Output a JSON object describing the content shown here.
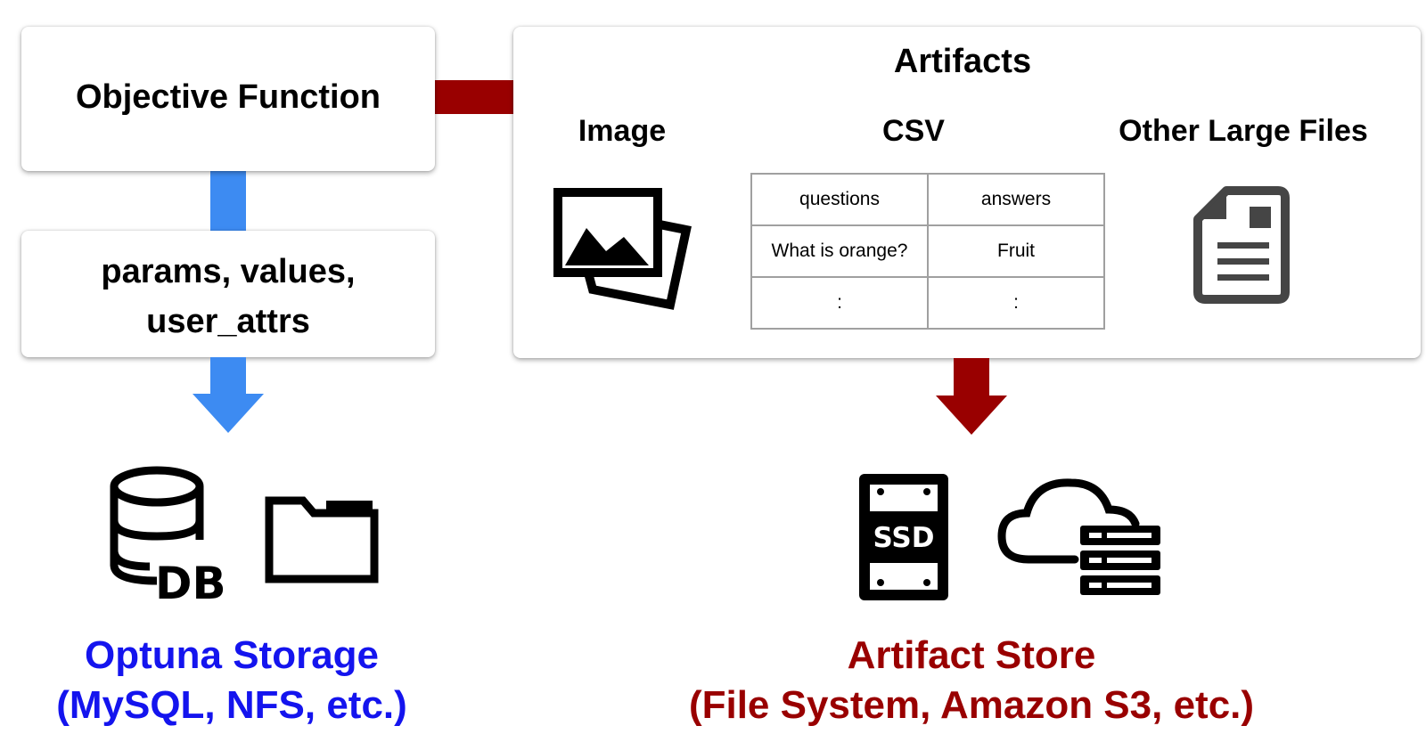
{
  "objective": {
    "label": "Objective Function"
  },
  "params": {
    "line1": "params, values,",
    "line2": "user_attrs"
  },
  "artifacts": {
    "title": "Artifacts",
    "image_label": "Image",
    "csv_label": "CSV",
    "other_label": "Other Large Files",
    "csv_table": {
      "headers": [
        "questions",
        "answers"
      ],
      "rows": [
        [
          "What is orange?",
          "Fruit"
        ],
        [
          ":",
          ":"
        ]
      ]
    }
  },
  "storage": {
    "line1": "Optuna Storage",
    "line2": "(MySQL, NFS, etc.)",
    "color": "#1414ee",
    "db_icon_text": "DB"
  },
  "store": {
    "line1": "Artifact Store",
    "line2": "(File System, Amazon S3, etc.)",
    "color": "#990000",
    "ssd_icon_text": "SSD"
  },
  "colors": {
    "blue_arrow": "#3d8bf2",
    "red_arrow": "#990000"
  },
  "icons": [
    "image-icon",
    "document-icon",
    "database-icon",
    "folder-icon",
    "ssd-icon",
    "cloud-server-icon"
  ]
}
